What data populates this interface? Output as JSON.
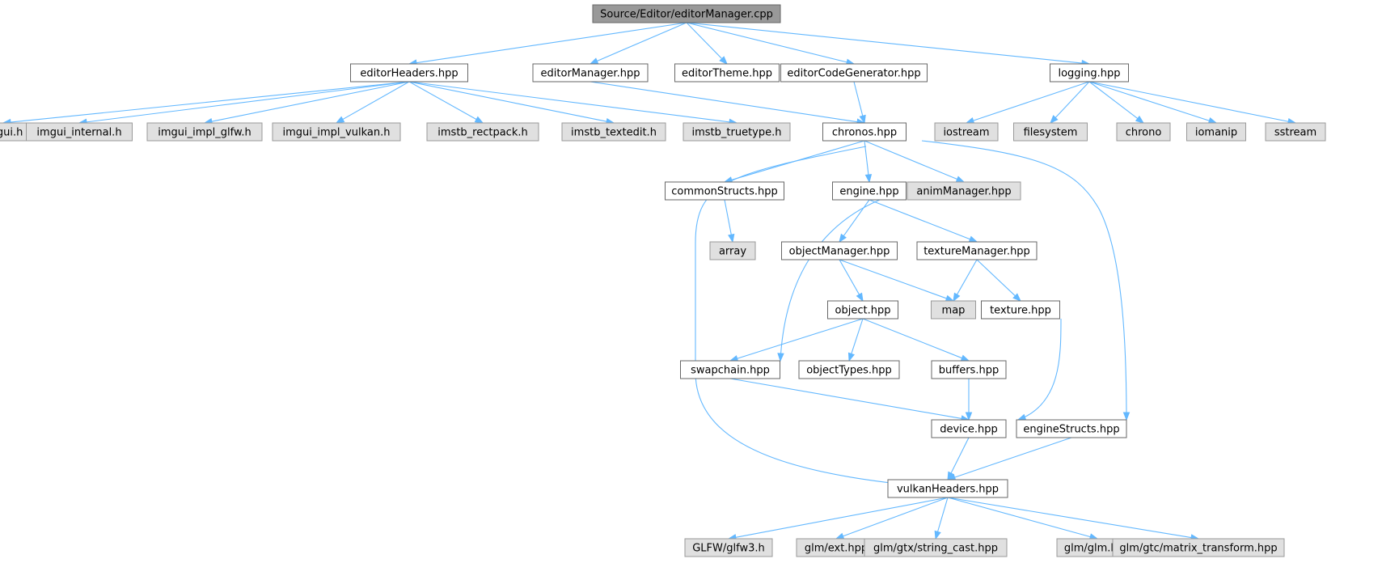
{
  "colors": {
    "root_fill": "#999999",
    "root_stroke": "#666666",
    "documented_fill": "#ffffff",
    "documented_stroke": "#666666",
    "external_fill": "#e0e0e0",
    "external_stroke": "#999999",
    "edge": "#63b8ff"
  },
  "nodes": [
    {
      "id": "root",
      "label": "Source/Editor/editorManager.cpp",
      "kind": "root"
    },
    {
      "id": "editorHeaders",
      "label": "editorHeaders.hpp",
      "kind": "documented"
    },
    {
      "id": "editorManagerHpp",
      "label": "editorManager.hpp",
      "kind": "documented"
    },
    {
      "id": "editorTheme",
      "label": "editorTheme.hpp",
      "kind": "documented"
    },
    {
      "id": "editorCodeGen",
      "label": "editorCodeGenerator.hpp",
      "kind": "documented"
    },
    {
      "id": "logging",
      "label": "logging.hpp",
      "kind": "documented"
    },
    {
      "id": "imgui",
      "label": "imgui.h",
      "kind": "external"
    },
    {
      "id": "imgui_internal",
      "label": "imgui_internal.h",
      "kind": "external"
    },
    {
      "id": "imgui_impl_glfw",
      "label": "imgui_impl_glfw.h",
      "kind": "external"
    },
    {
      "id": "imgui_impl_vulkan",
      "label": "imgui_impl_vulkan.h",
      "kind": "external"
    },
    {
      "id": "imstb_rectpack",
      "label": "imstb_rectpack.h",
      "kind": "external"
    },
    {
      "id": "imstb_textedit",
      "label": "imstb_textedit.h",
      "kind": "external"
    },
    {
      "id": "imstb_truetype",
      "label": "imstb_truetype.h",
      "kind": "external"
    },
    {
      "id": "chronos",
      "label": "chronos.hpp",
      "kind": "documented"
    },
    {
      "id": "iostream",
      "label": "iostream",
      "kind": "external"
    },
    {
      "id": "filesystem",
      "label": "filesystem",
      "kind": "external"
    },
    {
      "id": "chrono",
      "label": "chrono",
      "kind": "external"
    },
    {
      "id": "iomanip",
      "label": "iomanip",
      "kind": "external"
    },
    {
      "id": "sstream",
      "label": "sstream",
      "kind": "external"
    },
    {
      "id": "commonStructs",
      "label": "commonStructs.hpp",
      "kind": "documented"
    },
    {
      "id": "engine",
      "label": "engine.hpp",
      "kind": "documented"
    },
    {
      "id": "animManager",
      "label": "animManager.hpp",
      "kind": "external"
    },
    {
      "id": "array",
      "label": "array",
      "kind": "external"
    },
    {
      "id": "objectManager",
      "label": "objectManager.hpp",
      "kind": "documented"
    },
    {
      "id": "textureManager",
      "label": "textureManager.hpp",
      "kind": "documented"
    },
    {
      "id": "object",
      "label": "object.hpp",
      "kind": "documented"
    },
    {
      "id": "map",
      "label": "map",
      "kind": "external"
    },
    {
      "id": "texture",
      "label": "texture.hpp",
      "kind": "documented"
    },
    {
      "id": "swapchain",
      "label": "swapchain.hpp",
      "kind": "documented"
    },
    {
      "id": "objectTypes",
      "label": "objectTypes.hpp",
      "kind": "documented"
    },
    {
      "id": "buffers",
      "label": "buffers.hpp",
      "kind": "documented"
    },
    {
      "id": "device",
      "label": "device.hpp",
      "kind": "documented"
    },
    {
      "id": "engineStructs",
      "label": "engineStructs.hpp",
      "kind": "documented"
    },
    {
      "id": "vulkanHeaders",
      "label": "vulkanHeaders.hpp",
      "kind": "documented"
    },
    {
      "id": "glfw3",
      "label": "GLFW/glfw3.h",
      "kind": "external"
    },
    {
      "id": "glm_ext",
      "label": "glm/ext.hpp",
      "kind": "external"
    },
    {
      "id": "glm_string_cast",
      "label": "glm/gtx/string_cast.hpp",
      "kind": "external"
    },
    {
      "id": "glm_glm",
      "label": "glm/glm.hpp",
      "kind": "external"
    },
    {
      "id": "glm_matrix_transform",
      "label": "glm/gtc/matrix_transform.hpp",
      "kind": "external"
    }
  ],
  "edges": [
    [
      "root",
      "editorHeaders"
    ],
    [
      "root",
      "editorManagerHpp"
    ],
    [
      "root",
      "editorTheme"
    ],
    [
      "root",
      "editorCodeGen"
    ],
    [
      "root",
      "logging"
    ],
    [
      "editorHeaders",
      "imgui"
    ],
    [
      "editorHeaders",
      "imgui_internal"
    ],
    [
      "editorHeaders",
      "imgui_impl_glfw"
    ],
    [
      "editorHeaders",
      "imgui_impl_vulkan"
    ],
    [
      "editorHeaders",
      "imstb_rectpack"
    ],
    [
      "editorHeaders",
      "imstb_textedit"
    ],
    [
      "editorHeaders",
      "imstb_truetype"
    ],
    [
      "editorManagerHpp",
      "chronos"
    ],
    [
      "editorCodeGen",
      "chronos"
    ],
    [
      "logging",
      "iostream"
    ],
    [
      "logging",
      "filesystem"
    ],
    [
      "logging",
      "chrono"
    ],
    [
      "logging",
      "iomanip"
    ],
    [
      "logging",
      "sstream"
    ],
    [
      "chronos",
      "commonStructs"
    ],
    [
      "chronos",
      "engine"
    ],
    [
      "chronos",
      "animManager"
    ],
    [
      "chronos",
      "engineStructs"
    ],
    [
      "chronos",
      "vulkanHeaders"
    ],
    [
      "commonStructs",
      "array"
    ],
    [
      "engine",
      "objectManager"
    ],
    [
      "engine",
      "textureManager"
    ],
    [
      "engine",
      "swapchain"
    ],
    [
      "objectManager",
      "object"
    ],
    [
      "objectManager",
      "map"
    ],
    [
      "textureManager",
      "map"
    ],
    [
      "textureManager",
      "texture"
    ],
    [
      "object",
      "swapchain"
    ],
    [
      "object",
      "objectTypes"
    ],
    [
      "object",
      "buffers"
    ],
    [
      "swapchain",
      "device"
    ],
    [
      "buffers",
      "device"
    ],
    [
      "texture",
      "device"
    ],
    [
      "device",
      "vulkanHeaders"
    ],
    [
      "engineStructs",
      "vulkanHeaders"
    ],
    [
      "vulkanHeaders",
      "glfw3"
    ],
    [
      "vulkanHeaders",
      "glm_ext"
    ],
    [
      "vulkanHeaders",
      "glm_string_cast"
    ],
    [
      "vulkanHeaders",
      "glm_glm"
    ],
    [
      "vulkanHeaders",
      "glm_matrix_transform"
    ]
  ]
}
